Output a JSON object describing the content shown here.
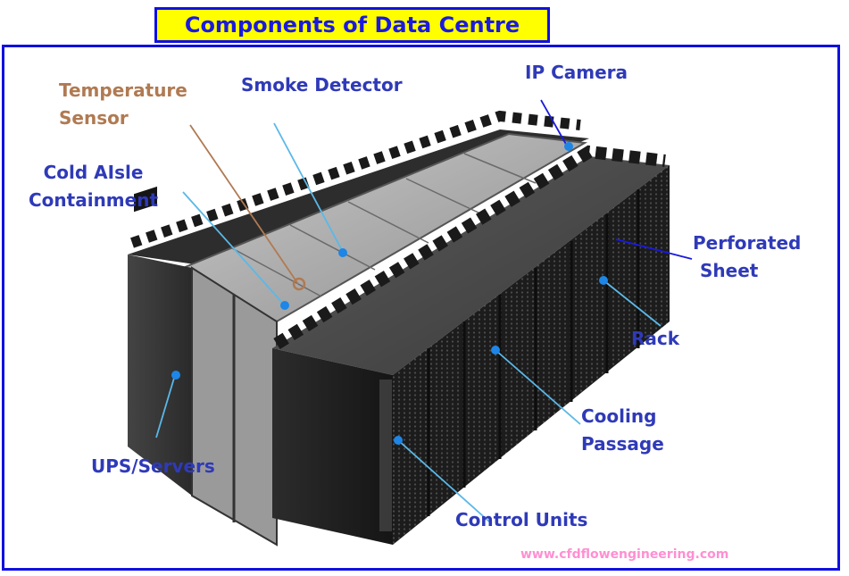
{
  "title": "Components of Data Centre",
  "labels": {
    "temperature_sensor": [
      "Temperature",
      "Sensor"
    ],
    "smoke_detector": "Smoke Detector",
    "ip_camera": "IP Camera",
    "cold_aisle": [
      "Cold AIsle",
      "Containment"
    ],
    "perforated_sheet": [
      "Perforated",
      "Sheet"
    ],
    "rack": "Rack",
    "cooling_passage": [
      "Cooling",
      "Passage"
    ],
    "ups_servers": "UPS/Servers",
    "control_units": "Control Units"
  },
  "watermark": "www.cfdflowengineering.com",
  "colors": {
    "frame": "#1010e0",
    "title_bg": "#ffff00",
    "label": "#2f3ab8",
    "label_sensor": "#b07a52",
    "leader": "#5ab8e8",
    "watermark": "#ff8fd2"
  }
}
